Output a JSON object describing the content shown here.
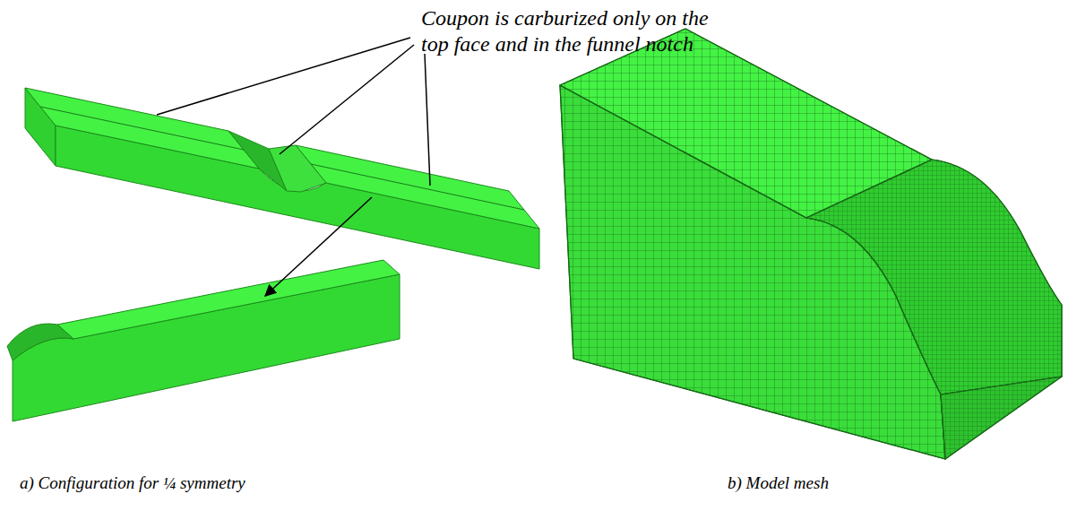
{
  "diagram": {
    "labels": [
      "Coupon is carburized only on the top face and in the funnel notch",
      "a) Configuration for ¼ symmetry",
      "b) Model mesh"
    ]
  }
}
